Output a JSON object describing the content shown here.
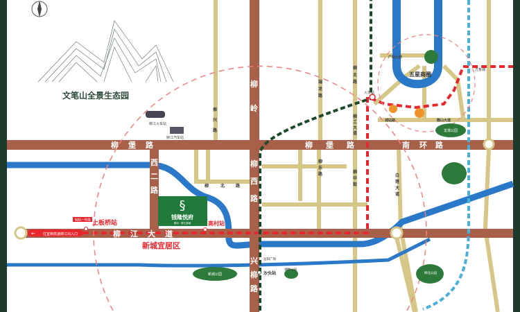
{
  "title": "文笔山全景生态园",
  "project": {
    "name": "钱隆悦府",
    "sub": "柳州 · 柳江新城"
  },
  "district": "新城宜居区",
  "roads": {
    "liubao_w": [
      "柳",
      "堡",
      "路"
    ],
    "liubao_e": [
      "柳",
      "堡",
      "路"
    ],
    "nanhuan": [
      "南",
      "环",
      "路"
    ],
    "liujiang": [
      "柳",
      "江",
      "大",
      "道"
    ],
    "xier": [
      "西",
      "二",
      "路"
    ],
    "liuling": [
      "柳",
      "岭"
    ],
    "liuxi": [
      "柳",
      "西",
      "路"
    ],
    "xingliu": [
      "兴",
      "柳",
      "路"
    ],
    "liubei": [
      "柳",
      "北",
      "路"
    ],
    "zhenxing": [
      "振",
      "兴",
      "路"
    ],
    "ruilong": [
      "瑞",
      "龙",
      "路"
    ],
    "liutai": [
      "柳",
      "太",
      "路"
    ],
    "liugong": [
      "柳",
      "工",
      "大",
      "道"
    ],
    "liudong": [
      "柳",
      "东",
      "路"
    ],
    "liuzhong": [
      "柳",
      "中",
      "街"
    ],
    "bailian": [
      "白",
      "莲",
      "大",
      "道"
    ],
    "chengzhan": "城站路",
    "eshan": "鹅山大道",
    "guangchang": "广场大桥"
  },
  "stations": {
    "shangbanqiao": "上板桥站",
    "gaocun": "高村站",
    "shatou": "沙头站",
    "train": "柳江火车站",
    "bus": "柳江汽车站",
    "huoche": "火车站"
  },
  "places": {
    "wuxing": "五星商圈",
    "longtan": "龙潭公园",
    "wanxiang": "万象城",
    "xincheng_park": "新城公园",
    "yuefeng": "岳阳广场",
    "hupan": "湖畔公园",
    "liubei_park": "柳北公园"
  },
  "badges": {
    "line1": "轻轨一号线",
    "exit": "往宜柳高速柳江出入口"
  },
  "colors": {
    "road": "#a8604a",
    "minor_road": "#d6c788",
    "river": "#2a78c8",
    "rail_red": "#e8262d",
    "rail_green": "#1e4a2c",
    "rail_blue": "#4ab0d8",
    "project": "#1f7a3c",
    "border": "#1f3a2c"
  }
}
